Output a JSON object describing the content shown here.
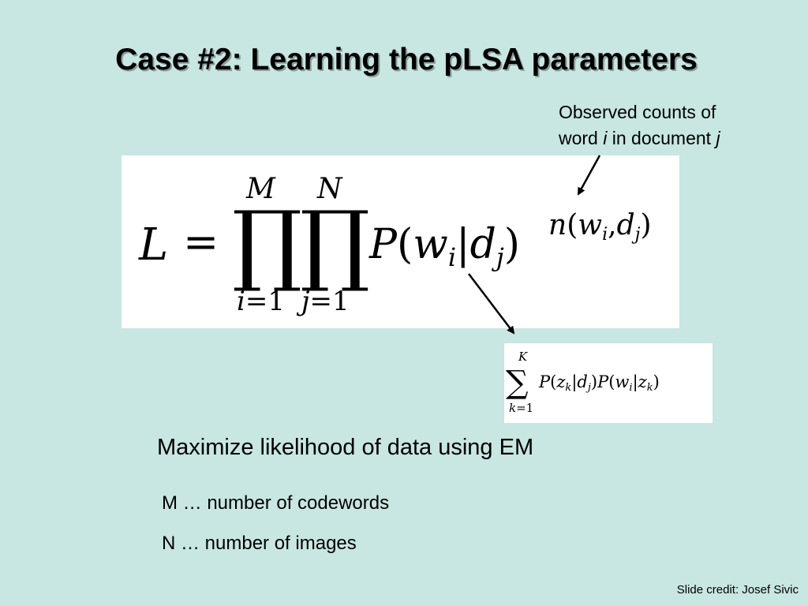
{
  "title": "Case #2: Learning the pLSA parameters",
  "annotation": {
    "line1": "Observed counts of",
    "line2_prefix": "word ",
    "line2_i": "i",
    "line2_middle": " in document ",
    "line2_j": "j"
  },
  "formula_main": {
    "lhs": "L",
    "equals": "=",
    "prod_symbol": "∏",
    "prod1_upper": "M",
    "prod1_lower_var": "i",
    "prod1_lower_rest": "=1",
    "prod2_upper": "N",
    "prod2_lower_var": "j",
    "prod2_lower_rest": "=1",
    "P": "P",
    "open_paren": "(",
    "w": "w",
    "w_sub": "i",
    "bar": "|",
    "d": "d",
    "d_sub": "j",
    "close_paren": ")",
    "exp_n": "n",
    "exp_open": "(",
    "exp_w": "w",
    "exp_w_sub": "i",
    "exp_comma": ",",
    "exp_d": "d",
    "exp_d_sub": "j",
    "exp_close": ")"
  },
  "formula_sum": {
    "sum_symbol": "∑",
    "upper": "K",
    "lower_var": "k",
    "lower_rest": "=1",
    "expr_P1": "P",
    "expr_open1": "(",
    "expr_z": "z",
    "expr_z_sub": "k",
    "expr_bar1": "|",
    "expr_d": "d",
    "expr_d_sub": "j",
    "expr_close1": ")",
    "expr_P2": "P",
    "expr_open2": "(",
    "expr_w": "w",
    "expr_w_sub": "i",
    "expr_bar2": "|",
    "expr_z2": "z",
    "expr_z2_sub": "k",
    "expr_close2": ")"
  },
  "em_text": "Maximize likelihood of data using EM",
  "definitions": {
    "m": "M … number of codewords",
    "n": "N … number of images"
  },
  "credit": "Slide credit: Josef Sivic"
}
